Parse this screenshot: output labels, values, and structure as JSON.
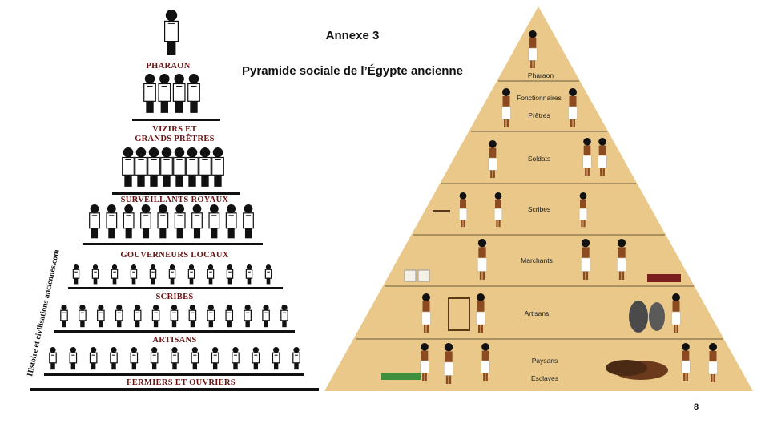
{
  "header": {
    "annexe": "Annexe 3",
    "title": "Pyramide sociale de l’Égypte ancienne"
  },
  "page_number": "8",
  "left_pyramid": {
    "credit": "Histoire et civilisations anciennes.com",
    "labels": [
      "PHARAON",
      "VIZIRS ET",
      "GRANDS PRÊTRES",
      "SURVEILLANTS ROYAUX",
      "GOUVERNEURS LOCAUX",
      "SCRIBES",
      "ARTISANS",
      "FERMIERS ET OUVRIERS"
    ]
  },
  "right_pyramid": {
    "labels": [
      "Pharaon",
      "Fonctionnaires",
      "Prêtres",
      "Soldats",
      "Scribes",
      "Marchants",
      "Artisans",
      "Paysans",
      "Esclaves"
    ]
  },
  "colors": {
    "label_red": "#6a1414",
    "pyramid_fill": "#e9c889",
    "figure_skin": "#8b4a20",
    "figure_cloth": "#ffffff"
  }
}
